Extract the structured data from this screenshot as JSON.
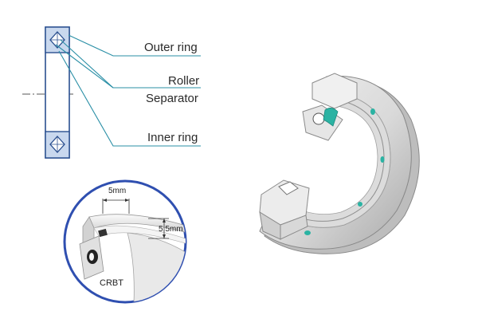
{
  "labels": {
    "outer_ring": "Outer ring",
    "roller": "Roller",
    "separator": "Separator",
    "inner_ring": "Inner ring"
  },
  "detail": {
    "width_dim": "5mm",
    "height_dim": "5.5mm",
    "model": "CRBT"
  },
  "colors": {
    "leader_line": "#2a8fa6",
    "section_fill": "#c9d8ee",
    "section_stroke": "#2a4f8f",
    "detail_circle": "#2f4fb0",
    "roller_accent": "#2bb3a3"
  }
}
